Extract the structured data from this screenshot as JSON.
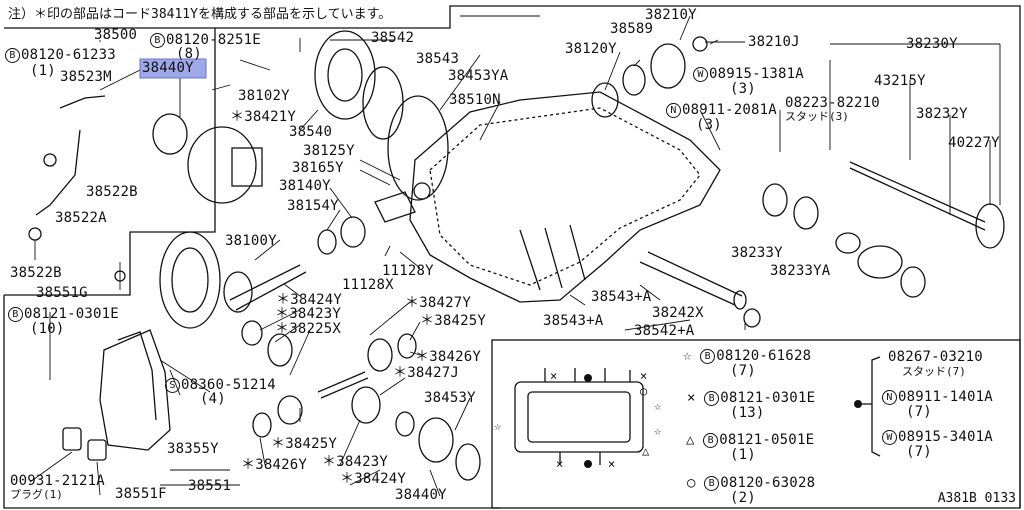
{
  "note": "注）＊印の部品はコード38411Yを構成する部品を示しています。",
  "labels": {
    "p38500": "38500",
    "p38542": "38542",
    "p38210Y": "38210Y",
    "p38589": "38589",
    "p38210J": "38210J",
    "p38120Y": "38120Y",
    "p38230Y": "38230Y",
    "b08120_61233": "08120-61233",
    "b08120_61233_q": "(1)",
    "b08120_8251E": "08120-8251E",
    "b08120_8251E_q": "(8)",
    "p38543": "38543",
    "p38453YA": "38453YA",
    "w08915_1381A": "08915-1381A",
    "w08915_1381A_q": "(3)",
    "p43215Y": "43215Y",
    "p38523M": "38523M",
    "p38440Y_hl": "38440Y",
    "p38102Y": "38102Y",
    "p38510N": "38510N",
    "n08911_2081A": "08911-2081A",
    "n08911_2081A_q": "(3)",
    "b08223_82210": "08223-82210",
    "stud3": "スタッド(3)",
    "p38232Y": "38232Y",
    "p38421Y": "＊38421Y",
    "p38540": "38540",
    "p40227Y": "40227Y",
    "p38125Y": "38125Y",
    "p38165Y": "38165Y",
    "p38522B_a": "38522B",
    "p38140Y": "38140Y",
    "p38522A": "38522A",
    "p38154Y": "38154Y",
    "p38100Y": "38100Y",
    "p38233Y": "38233Y",
    "p38233YA": "38233YA",
    "p38522B_b": "38522B",
    "p11128Y": "11128Y",
    "p11128X": "11128X",
    "p38551G": "38551G",
    "p38543A_a": "38543+A",
    "p38242X": "38242X",
    "p38424Y_a": "＊38424Y",
    "p38427Y": "＊38427Y",
    "b08121_0301E": "08121-0301E",
    "b08121_0301E_q": "(10)",
    "p38423Y_a": "＊38423Y",
    "p38425Y_a": "＊38425Y",
    "p38543A_b": "38543+A",
    "p38225X": "＊38225X",
    "p38542A": "38542+A",
    "p38426Y_a": "＊38426Y",
    "s08360_51214": "08360-51214",
    "s08360_51214_q": "(4)",
    "p38427J": "＊38427J",
    "p38453Y": "38453Y",
    "p38355Y": "38355Y",
    "p38425Y_b": "＊38425Y",
    "p38426Y_b": "＊38426Y",
    "p38423Y_b": "＊38423Y",
    "p00931_2121A": "00931-2121A",
    "plug1": "プラグ(1)",
    "p38551": "38551",
    "p38551F": "38551F",
    "p38424Y_b": "＊38424Y",
    "p38440Y": "38440Y"
  },
  "legend": {
    "star_part": "08120-61628",
    "star_qty": "(7)",
    "x_part": "08121-0301E",
    "x_qty": "(13)",
    "tri_part": "08121-0501E",
    "tri_qty": "(1)",
    "circ_part": "08120-63028",
    "circ_qty": "(2)",
    "r1_part": "08267-03210",
    "r1_sub": "スタッド(7)",
    "r2_part": "08911-1401A",
    "r2_qty": "(7)",
    "r3_part": "08915-3401A",
    "r3_qty": "(7)"
  },
  "glyphs": {
    "B": "B",
    "W": "W",
    "N": "N",
    "S": "S"
  },
  "symbols": {
    "star": "☆",
    "x": "×",
    "tri": "△",
    "circle": "○"
  },
  "figure_ref": "A381B 0133",
  "colors": {
    "highlight": "#9fa8e8",
    "ink": "#111111"
  }
}
